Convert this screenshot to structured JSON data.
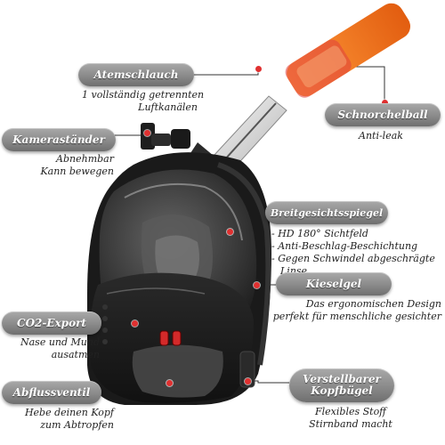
{
  "labels": {
    "atemschlauch": {
      "title": "Atemschlauch",
      "desc": [
        "1 vollständig getrennten",
        "Luftkanälen"
      ]
    },
    "schnorchelball": {
      "title": "Schnorchelball",
      "desc": [
        "Anti-leak"
      ]
    },
    "kamerastaender": {
      "title": "Kameraständer",
      "desc": [
        "Abnehmbar",
        "Kann bewegen"
      ]
    },
    "breitgesichtsspiegel": {
      "title": "Breitgesichtsspiegel",
      "desc": [
        "- HD 180° Sichtfeld",
        "- Anti-Beschlag-Beschichtung",
        "- Gegen Schwindel abgeschrägte",
        "Linse"
      ]
    },
    "kieselgel": {
      "title": "Kieselgel",
      "desc": [
        "Das ergonomischen Design",
        "perfekt für menschliche gesichter"
      ]
    },
    "co2_export": {
      "title": "CO2-Export",
      "desc": [
        "Nase und Mund",
        "ausatmen"
      ]
    },
    "abflussventil": {
      "title": "Abflussventil",
      "desc": [
        "Hebe deinen Kopf",
        "zum Abtropfen"
      ]
    },
    "kopfbuegel": {
      "title_line1": "Verstellbarer",
      "title_line2": "Kopfbügel",
      "desc": [
        "Flexibles Stoff",
        "Stirnband macht"
      ]
    }
  },
  "colors": {
    "pill": "#8a8a8a",
    "marker": "#e03030",
    "snorkel_tip": "#f07a20",
    "mask_frame": "#1a1a1a"
  }
}
